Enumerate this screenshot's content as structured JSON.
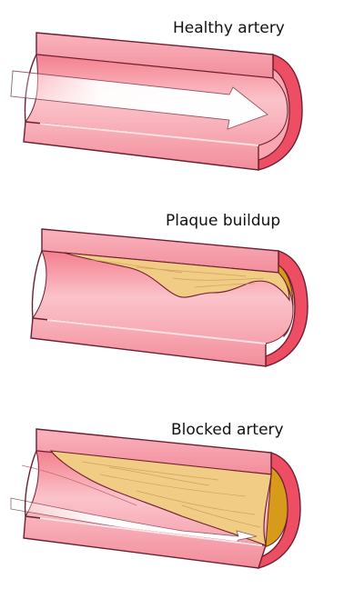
{
  "panels": [
    {
      "title": "Healthy artery"
    },
    {
      "title": "Plaque buildup"
    },
    {
      "title": "Blocked artery"
    }
  ],
  "colors": {
    "wall": "#f59aa6",
    "wall_dark": "#e8707f",
    "lumen": "#fbc6cd",
    "rim": "#ee4e63",
    "outline": "#6b2030",
    "plaque": "#f0cc84",
    "plaque_core": "#d89a1a",
    "arrow": "#ffffff"
  }
}
